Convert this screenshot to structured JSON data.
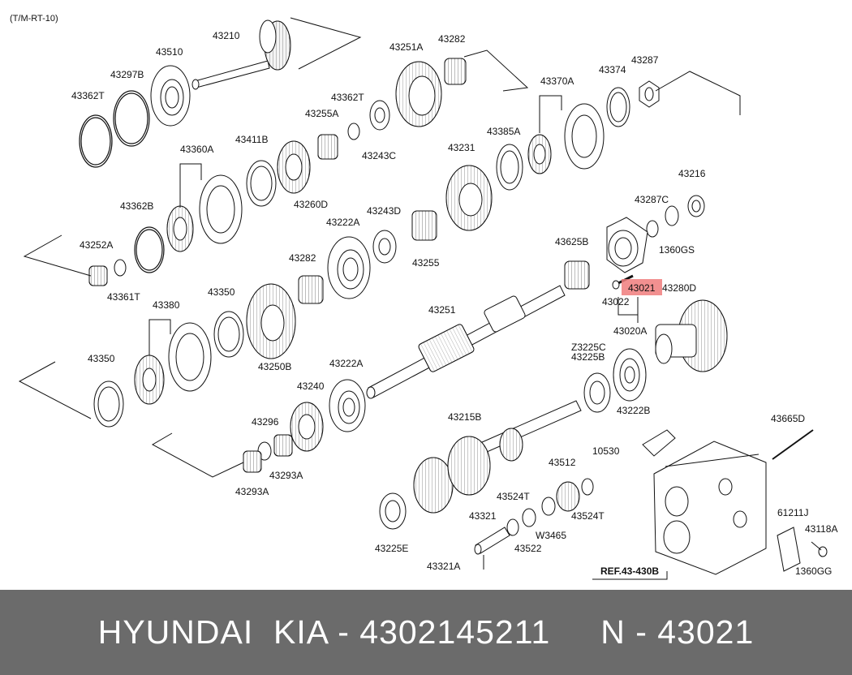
{
  "diagram": {
    "code": "(T/M-RT-10)",
    "highlight_color": "#f07c7c",
    "ref_label": "REF.43-430B",
    "parts": {
      "p43210": "43210",
      "p43510": "43510",
      "p43297B": "43297B",
      "p43362T_a": "43362T",
      "p43251A": "43251A",
      "p43282_a": "43282",
      "p43362T_b": "43362T",
      "p43255A": "43255A",
      "p43243C": "43243C",
      "p43370A": "43370A",
      "p43374": "43374",
      "p43287": "43287",
      "p43360A": "43360A",
      "p43411B": "43411B",
      "p43260D": "43260D",
      "p43385A": "43385A",
      "p43231": "43231",
      "p43362B": "43362B",
      "p43216": "43216",
      "p43287C": "43287C",
      "p1360GS": "1360GS",
      "p43252A": "43252A",
      "p43361T": "43361T",
      "p43222A_a": "43222A",
      "p43243D": "43243D",
      "p43255": "43255",
      "p43625B": "43625B",
      "p43282_b": "43282",
      "p43021": "43021",
      "p43280D": "43280D",
      "p43022": "43022",
      "p43020A": "43020A",
      "p43350_a": "43350",
      "p43380": "43380",
      "p43251": "43251",
      "p43250B": "43250B",
      "p43350_b": "43350",
      "pZ3225C": "Z3225C",
      "p43225B": "43225B",
      "p43222B": "43222B",
      "p43222A_b": "43222A",
      "p43240": "43240",
      "p43296": "43296",
      "p43293A_a": "43293A",
      "p43293A_b": "43293A",
      "p43215B": "43215B",
      "p43665D": "43665D",
      "p10530": "10530",
      "p43512": "43512",
      "p43524T_a": "43524T",
      "p43524T_b": "43524T",
      "p43321": "43321",
      "pW3465": "W3465",
      "p43522": "43522",
      "p43225E": "43225E",
      "p43321A": "43321A",
      "p61211J": "61211J",
      "p43118A": "43118A",
      "p1360GG": "1360GG"
    }
  },
  "footer": {
    "text": "HYUNDAI  KIA - 4302145211     N - 43021"
  }
}
